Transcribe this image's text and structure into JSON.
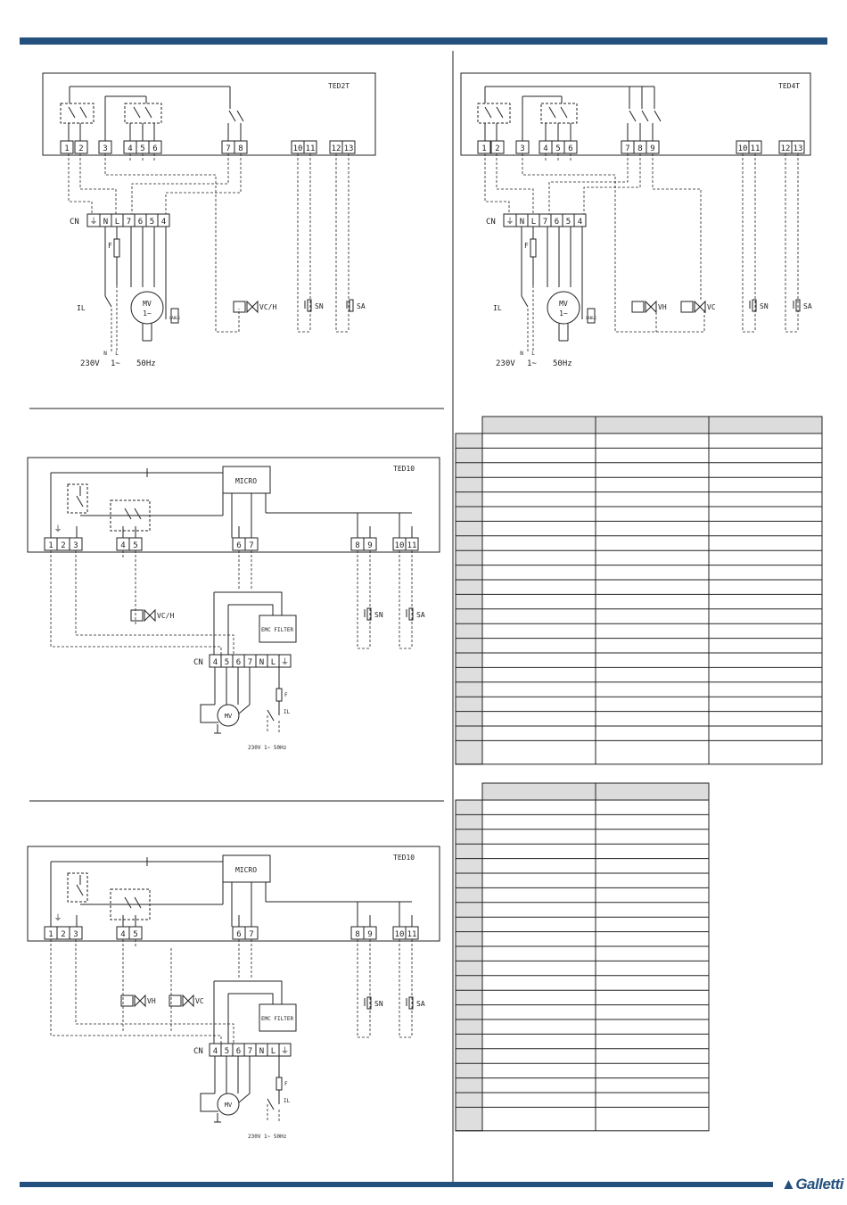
{
  "diagrams": {
    "ted2t": {
      "model": "TED2T",
      "terminals": [
        "1",
        "2",
        "3",
        "4",
        "5",
        "6",
        "7",
        "8",
        "10",
        "11",
        "12",
        "13"
      ],
      "cn_label": "CN",
      "cn_terminals": [
        "N",
        "L",
        "7",
        "6",
        "5",
        "4"
      ],
      "fuse": "F",
      "switch": "IL",
      "motor_top": "MV",
      "motor_bottom": "1~",
      "earth_label": "CABLE",
      "valve": "VC/H",
      "probe_sn": "SN",
      "probe_sa": "SA",
      "supply_voltage": "230V",
      "supply_phase": "1~",
      "supply_freq": "50Hz",
      "supply_n": "N",
      "supply_l": "L"
    },
    "ted4t": {
      "model": "TED4T",
      "terminals": [
        "1",
        "2",
        "3",
        "4",
        "5",
        "6",
        "7",
        "8",
        "9",
        "10",
        "11",
        "12",
        "13"
      ],
      "cn_label": "CN",
      "cn_terminals": [
        "N",
        "L",
        "7",
        "6",
        "5",
        "4"
      ],
      "fuse": "F",
      "switch": "IL",
      "motor_top": "MV",
      "motor_bottom": "1~",
      "earth_label": "CABLE",
      "valve_h": "VH",
      "valve_c": "VC",
      "probe_sn": "SN",
      "probe_sa": "SA",
      "supply_voltage": "230V",
      "supply_phase": "1~",
      "supply_freq": "50Hz",
      "supply_n": "N",
      "supply_l": "L"
    },
    "ted10_a": {
      "model": "TED10",
      "micro": "MICRO",
      "terminals": [
        "1",
        "2",
        "3",
        "4",
        "5",
        "6",
        "7",
        "8",
        "9",
        "10",
        "11"
      ],
      "cn_label": "CN",
      "cn_terminals": [
        "4",
        "5",
        "6",
        "7",
        "N",
        "L"
      ],
      "valve": "VC/H",
      "emc": "EMC FILTER",
      "motor": "MV",
      "fuse": "F",
      "switch": "IL",
      "probe_sn": "SN",
      "probe_sa": "SA",
      "supply": "230V  1~  50Hz"
    },
    "ted10_b": {
      "model": "TED10",
      "micro": "MICRO",
      "terminals": [
        "1",
        "2",
        "3",
        "4",
        "5",
        "6",
        "7",
        "8",
        "9",
        "10",
        "11"
      ],
      "cn_label": "CN",
      "cn_terminals": [
        "4",
        "5",
        "6",
        "7",
        "N",
        "L"
      ],
      "valve_h": "VH",
      "valve_c": "VC",
      "emc": "EMC FILTER",
      "motor": "MV",
      "fuse": "F",
      "switch": "IL",
      "probe_sn": "SN",
      "probe_sa": "SA",
      "supply": "230V  1~  50Hz"
    }
  },
  "tables": {
    "table1": {
      "columns": 3,
      "rows": 22
    },
    "table2": {
      "columns": 2,
      "rows": 22
    }
  },
  "colors": {
    "accent": "#24507e",
    "line": "#222222",
    "table_header": "#dcdcdc",
    "table_stub": "#dedede"
  },
  "logo": {
    "text": "Galletti"
  }
}
